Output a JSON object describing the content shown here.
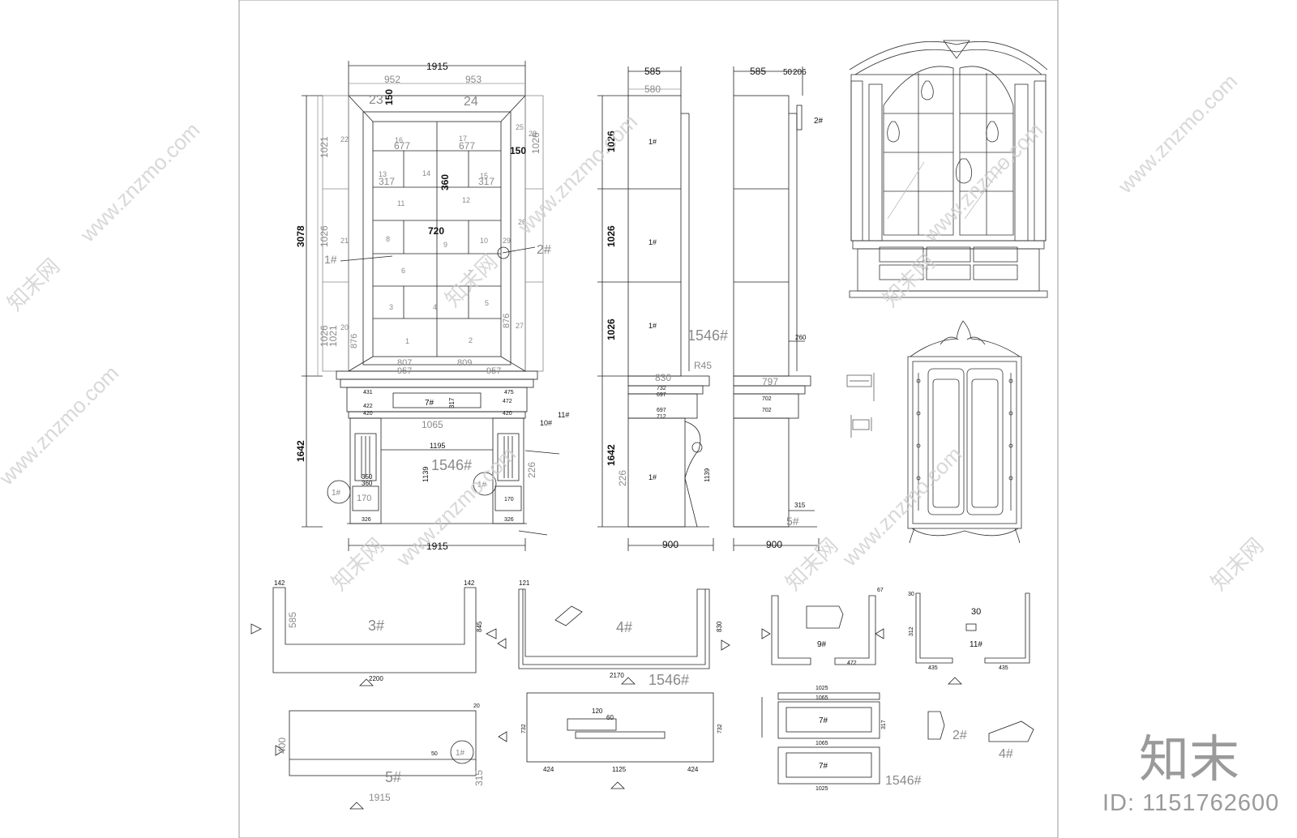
{
  "watermark": {
    "site": "www.znzmo.com",
    "brand": "知末网",
    "logo_text": "知末",
    "id_text": "ID: 1151762600"
  },
  "front_elevation": {
    "overall_width_top": "1915",
    "overall_width_bottom": "1915",
    "half_widths": [
      "952",
      "953"
    ],
    "panel_labels": [
      "23",
      "24"
    ],
    "total_height": "3078",
    "upper_height": "1642",
    "stile_width": "150",
    "inner_width": "720",
    "shelf_height": "360",
    "section_heights_left": [
      "1021",
      "1026",
      "1026",
      "1021"
    ],
    "section_heights_right": [
      "1026"
    ],
    "opening_width": "1195",
    "opening_height": "1139",
    "base_widths": [
      "1065"
    ],
    "callouts": [
      "1#",
      "2#",
      "7#",
      "11#",
      "10#"
    ],
    "part_numbers": [
      "1",
      "2",
      "3",
      "4",
      "5",
      "6",
      "7",
      "8",
      "9",
      "10",
      "11",
      "12",
      "13",
      "14",
      "15",
      "16",
      "17",
      "20",
      "21",
      "22",
      "25",
      "26",
      "27",
      "28",
      "29"
    ],
    "small_dims": [
      "677",
      "677",
      "317",
      "317",
      "876",
      "876",
      "807",
      "809",
      "957",
      "957",
      "350",
      "360",
      "170",
      "326",
      "326",
      "226",
      "170",
      "431",
      "475",
      "422",
      "420",
      "420",
      "472",
      "317"
    ],
    "ref_code": "1546#"
  },
  "side_elevation_a": {
    "width_top": "585",
    "width_top_inner": "580",
    "width_bottom": "900",
    "section_heights": [
      "1026",
      "1026",
      "1026",
      "1642"
    ],
    "sub_height": "226",
    "panel_labels": [
      "1#",
      "1#",
      "1#",
      "1#"
    ],
    "small_dims": [
      "830",
      "732",
      "697",
      "697",
      "712",
      "1139"
    ],
    "ref_code": "1546#",
    "radius": "R45"
  },
  "side_elevation_b": {
    "width_top": "585",
    "width_top_parts": [
      "50",
      "206"
    ],
    "width_bottom": "900",
    "small_dims": [
      "260",
      "797",
      "702",
      "702",
      "315"
    ],
    "callouts": [
      "2#",
      "5#"
    ]
  },
  "profiles": {
    "p3": {
      "label": "3#",
      "width": "2200",
      "height": "585",
      "side": "845",
      "lip": "142"
    },
    "p4": {
      "label": "4#",
      "width": "2170",
      "height": "830",
      "lip": "121"
    },
    "p9": {
      "label": "9#",
      "dims": [
        "67",
        "472"
      ]
    },
    "p11": {
      "label": "11#",
      "dims": [
        "30",
        "30",
        "312",
        "435",
        "435"
      ]
    },
    "p5": {
      "label": "5#",
      "width": "1915",
      "height": "400",
      "dims": [
        "20",
        "50",
        "315"
      ]
    },
    "p1": {
      "label": "1#"
    },
    "p7": {
      "label": "7#",
      "dims": [
        "1025",
        "1065",
        "1065",
        "1025",
        "317"
      ]
    },
    "pcenter": {
      "dims": [
        "120",
        "60",
        "1125",
        "424",
        "424",
        "732",
        "732"
      ]
    },
    "p2": {
      "label": "2#"
    },
    "p4s": {
      "label": "4#"
    },
    "ref_code": "1546#"
  }
}
